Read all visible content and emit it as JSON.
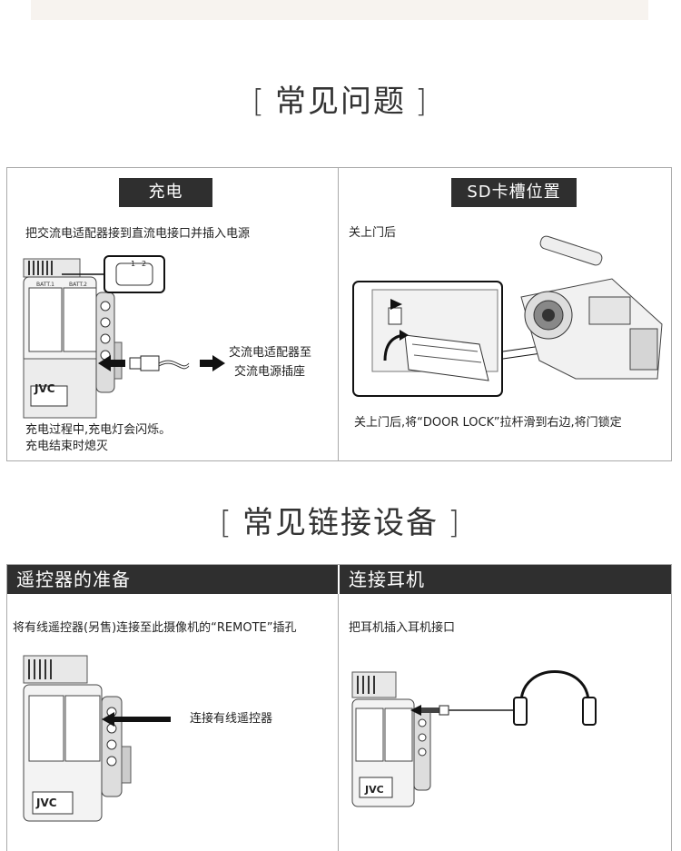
{
  "faq": {
    "title": "常见问题",
    "bracket_left": "[",
    "bracket_right": "]",
    "charging": {
      "label": "充电",
      "instruction": "把交流电适配器接到直流电接口并插入电源",
      "callout_line1": "交流电适配器至",
      "callout_line2": "交流电源插座",
      "note_line1": "充电过程中,充电灯会闪烁。",
      "note_line2": "充电结束时熄灭",
      "brand": "JVC",
      "port_pin1": "1",
      "port_pin2": "2"
    },
    "sd_slot": {
      "label": "SD卡槽位置",
      "instruction": "关上门后",
      "note": "关上门后,将“DOOR LOCK”拉杆滑到右边,将门锁定"
    }
  },
  "devices": {
    "title": "常见链接设备",
    "bracket_left": "[",
    "bracket_right": "]",
    "remote": {
      "label": "遥控器的准备",
      "instruction": "将有线遥控器(另售)连接至此摄像机的“REMOTE”插孔",
      "callout": "连接有线遥控器",
      "brand": "JVC"
    },
    "headphones": {
      "label": "连接耳机",
      "instruction": "把耳机插入耳机接口",
      "brand": "JVC"
    }
  }
}
